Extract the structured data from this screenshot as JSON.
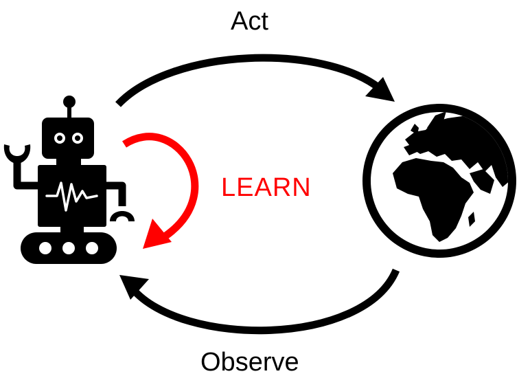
{
  "labels": {
    "act": "Act",
    "observe": "Observe",
    "learn": "LEARN"
  },
  "colors": {
    "ink": "#000000",
    "learn_accent": "#ff0000",
    "background": "#ffffff"
  },
  "icons": {
    "agent": "robot-icon",
    "environment": "globe-icon"
  }
}
